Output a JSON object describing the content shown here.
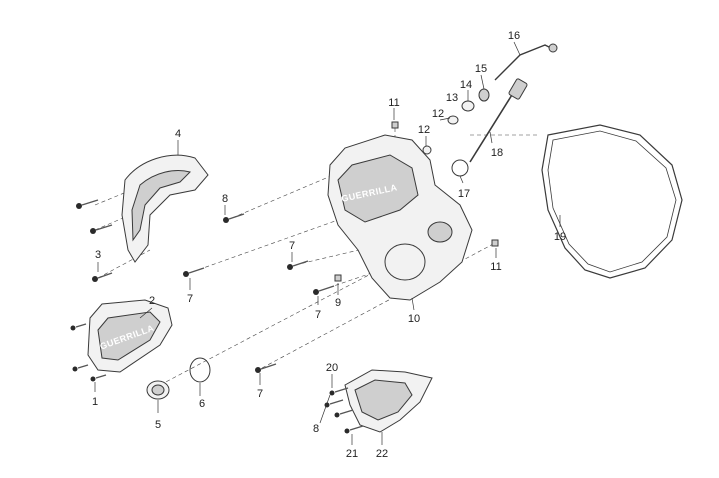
{
  "callouts": [
    {
      "id": "c1",
      "label": "1"
    },
    {
      "id": "c2",
      "label": "2"
    },
    {
      "id": "c3",
      "label": "3"
    },
    {
      "id": "c4",
      "label": "4"
    },
    {
      "id": "c5",
      "label": "5"
    },
    {
      "id": "c6",
      "label": "6"
    },
    {
      "id": "c7a",
      "label": "7"
    },
    {
      "id": "c7b",
      "label": "7"
    },
    {
      "id": "c7c",
      "label": "7"
    },
    {
      "id": "c7d",
      "label": "7"
    },
    {
      "id": "c8a",
      "label": "8"
    },
    {
      "id": "c8b",
      "label": "8"
    },
    {
      "id": "c9",
      "label": "9"
    },
    {
      "id": "c10",
      "label": "10"
    },
    {
      "id": "c11a",
      "label": "11"
    },
    {
      "id": "c11b",
      "label": "11"
    },
    {
      "id": "c12a",
      "label": "12"
    },
    {
      "id": "c12b",
      "label": "12"
    },
    {
      "id": "c13",
      "label": "13"
    },
    {
      "id": "c14",
      "label": "14"
    },
    {
      "id": "c15",
      "label": "15"
    },
    {
      "id": "c16",
      "label": "16"
    },
    {
      "id": "c17",
      "label": "17"
    },
    {
      "id": "c18",
      "label": "18"
    },
    {
      "id": "c19",
      "label": "19"
    },
    {
      "id": "c20",
      "label": "20"
    },
    {
      "id": "c21",
      "label": "21"
    },
    {
      "id": "c22",
      "label": "22"
    }
  ],
  "brand_marks": {
    "clutch_cover": "GUERRILLA",
    "small_cover": "GUERRILLA"
  }
}
